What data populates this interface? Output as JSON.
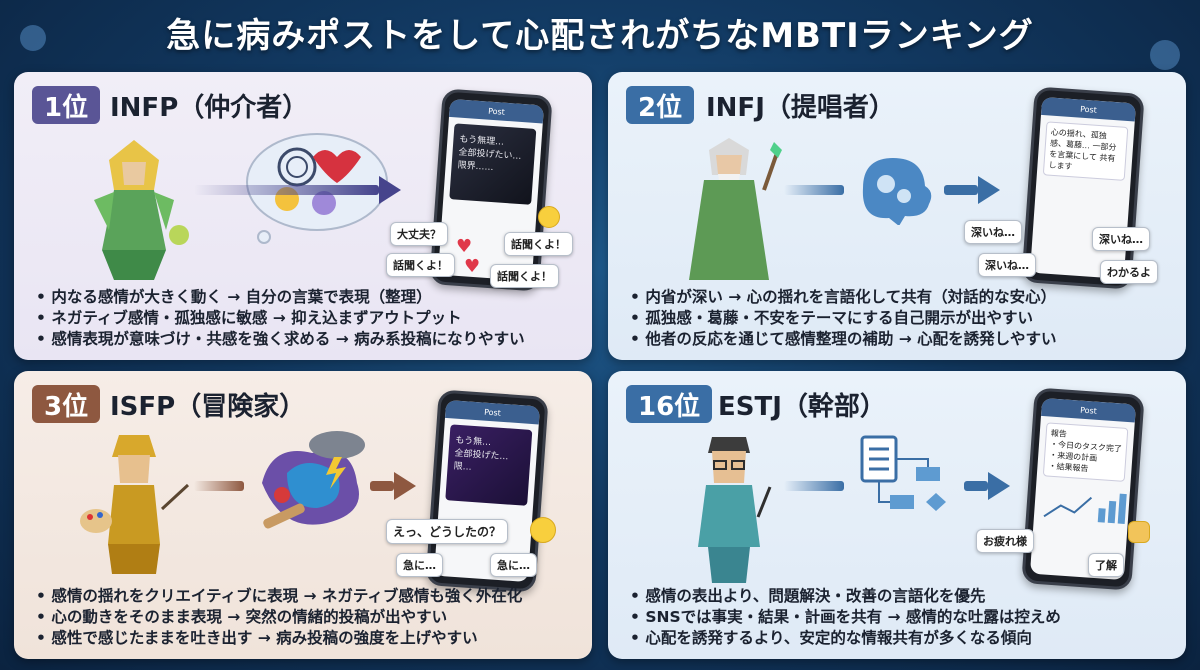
{
  "title": "急に病みポストをして心配されがちなMBTIランキング",
  "panels": [
    {
      "rank": "1位",
      "type": "INFP（仲介者）",
      "post_text": "もう無理…\n全部投げたい…\n限界……",
      "replies": [
        "大丈夫？",
        "話聞くよ！",
        "話聞くよ！",
        "話聞くよ！"
      ],
      "bullets": [
        "内なる感情が大きく動く → 自分の言葉で表現（整理）",
        "ネガティブ感情・孤独感に敏感 → 抑え込まずアウトプット",
        "感情表現が意味づけ・共感を強く求める → 病み系投稿になりやすい"
      ]
    },
    {
      "rank": "2位",
      "type": "INFJ（提唱者）",
      "post_text": "心の揺れ、孤独感、葛藤… 一部分を言葉にして 共有します",
      "replies": [
        "深いね…",
        "深いね…",
        "深いね…",
        "わかるよ"
      ],
      "bullets": [
        "内省が深い → 心の揺れを言語化して共有（対話的な安心）",
        "孤独感・葛藤・不安をテーマにする自己開示が出やすい",
        "他者の反応を通じて感情整理の補助 → 心配を誘発しやすい"
      ]
    },
    {
      "rank": "3位",
      "type": "ISFP（冒険家）",
      "post_text": "もう無…\n全部投げた…\n限…",
      "replies": [
        "えっ、どうしたの？",
        "急に…",
        "急に…"
      ],
      "bullets": [
        "感情の揺れをクリエイティブに表現 → ネガティブ感情も強く外在化",
        "心の動きをそのまま表現 → 突然の情緒的投稿が出やすい",
        "感性で感じたままを吐き出す → 病み投稿の強度を上げやすい"
      ]
    },
    {
      "rank": "16位",
      "type": "ESTJ（幹部）",
      "post_text": "報告\n・今日のタスク完了\n・来週の計画\n・結果報告",
      "replies": [
        "お疲れ様",
        "了解"
      ],
      "bullets": [
        "感情の表出より、問題解決・改善の言語化を優先",
        "SNSでは事実・結果・計画を共有 → 感情的な吐露は控えめ",
        "心配を誘発するより、安定的な情報共有が多くなる傾向"
      ]
    }
  ],
  "colors": {
    "background": "#123a63",
    "rank1": "#5a5596",
    "rank2": "#3a6ea5",
    "rank3": "#8e5840",
    "rank16": "#3a6ea5"
  }
}
